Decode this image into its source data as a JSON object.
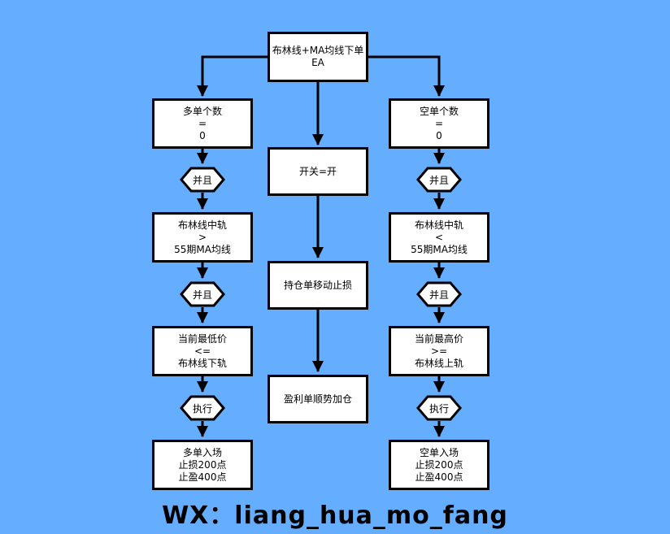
{
  "colors": {
    "background": "#64adff",
    "node_fill": "#ffffff",
    "line": "#000000"
  },
  "watermark": "WX：liang_hua_mo_fang",
  "nodes": {
    "root": {
      "lines": [
        "布林线+MA均线下单",
        "EA"
      ]
    },
    "switch": {
      "lines": [
        "开关=开"
      ]
    },
    "trailing_stop": {
      "lines": [
        "持仓单移动止损"
      ]
    },
    "add_position": {
      "lines": [
        "盈利单顺势加仓"
      ]
    },
    "long_count": {
      "lines": [
        "多单个数",
        "=",
        "0"
      ]
    },
    "long_and1": {
      "label": "并且"
    },
    "long_cond1": {
      "lines": [
        "布林线中轨",
        ">",
        "55期MA均线"
      ]
    },
    "long_and2": {
      "label": "并且"
    },
    "long_cond2": {
      "lines": [
        "当前最低价",
        "<=",
        "布林线下轨"
      ]
    },
    "long_exec": {
      "label": "执行"
    },
    "long_entry": {
      "lines": [
        "多单入场",
        "止损200点",
        "止盈400点"
      ]
    },
    "short_count": {
      "lines": [
        "空单个数",
        "=",
        "0"
      ]
    },
    "short_and1": {
      "label": "并且"
    },
    "short_cond1": {
      "lines": [
        "布林线中轨",
        "<",
        "55期MA均线"
      ]
    },
    "short_and2": {
      "label": "并且"
    },
    "short_cond2": {
      "lines": [
        "当前最高价",
        ">=",
        "布林线上轨"
      ]
    },
    "short_exec": {
      "label": "执行"
    },
    "short_entry": {
      "lines": [
        "空单入场",
        "止损200点",
        "止盈400点"
      ]
    }
  }
}
